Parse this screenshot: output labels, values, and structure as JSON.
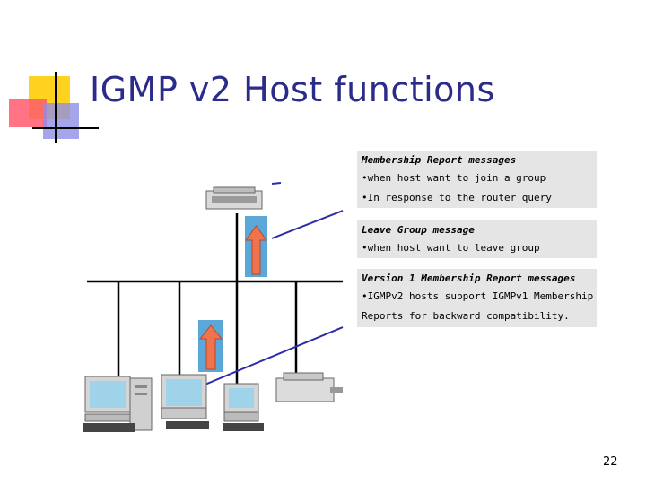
{
  "title": "IGMP v2 Host functions",
  "boxes": [
    {
      "header": "Membership Report messages",
      "lines": [
        "•when host want to join a group",
        "•In response to the router query"
      ]
    },
    {
      "header": "Leave Group message",
      "lines": [
        "•when host want to leave group"
      ]
    },
    {
      "header": "Version 1 Membership Report messages",
      "lines": [
        "•IGMPv2 hosts support IGMPv1 Membership Reports for backward compatibility."
      ]
    }
  ],
  "page_number": "22",
  "colors": {
    "title": "#2b2b8a",
    "arrow": "#f0734e",
    "arrow_bg": "#5aa7d8",
    "pointer_line": "#2c2ca8",
    "box_bg": "#e5e5e5"
  }
}
